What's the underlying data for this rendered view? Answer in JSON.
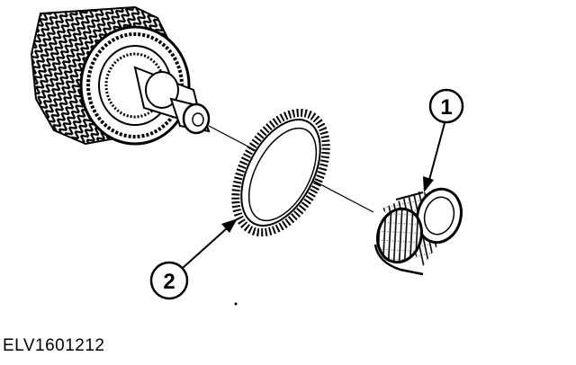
{
  "figure": {
    "code": "ELV1601212",
    "callouts": [
      {
        "id": "callout-1",
        "label": "1"
      },
      {
        "id": "callout-2",
        "label": "2"
      }
    ]
  }
}
